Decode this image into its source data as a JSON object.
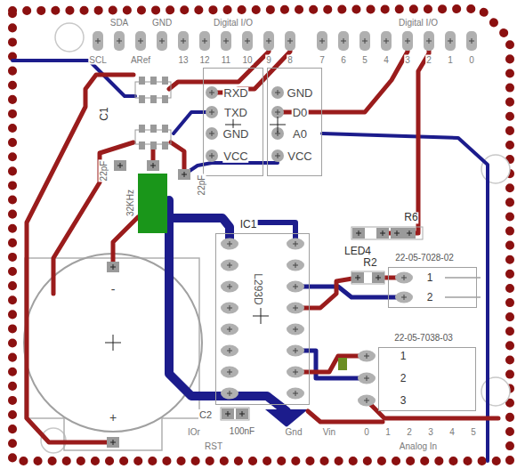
{
  "diagram": {
    "nodes": [
      {
        "text": [
          "RXD",
          "TXD",
          "GND",
          "VCC"
        ]
      },
      {
        "text": [
          "GND",
          "D0",
          "A0",
          "VCC"
        ]
      },
      {
        "text": [
          "IC1",
          "L293D"
        ]
      },
      {
        "text": [
          "22-05-7028-02",
          "1",
          "2"
        ]
      },
      {
        "text": [
          "22-05-7038-03",
          "1",
          "2",
          "3"
        ]
      }
    ],
    "labels": [
      "SDA",
      "GND",
      "Digital I/O",
      "Digital I/O",
      "SCL",
      "ARef",
      "13",
      "12",
      "11",
      "10",
      "9",
      "8",
      "7",
      "6",
      "5",
      "4",
      "3",
      "2",
      "1",
      "0",
      "C1",
      "22pF",
      "32KHz",
      "22pF",
      "-",
      "+",
      "LED4",
      "R6",
      "R2",
      "C2",
      "100nF",
      "IOr",
      "RST",
      "Gnd",
      "Vin",
      "0",
      "1",
      "2",
      "3",
      "4",
      "5",
      "Analog In"
    ]
  }
}
